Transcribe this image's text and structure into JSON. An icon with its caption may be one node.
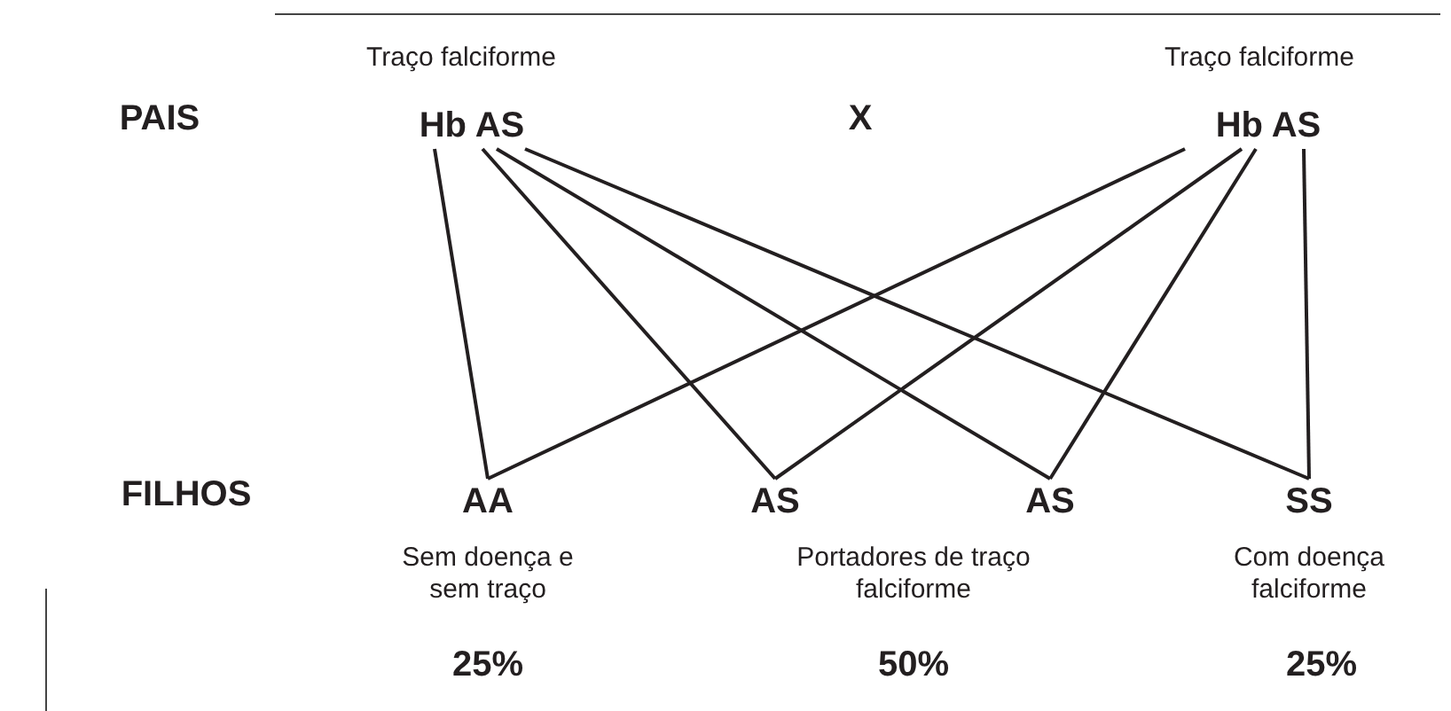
{
  "diagram": {
    "nodes": [
      {
        "text": [
          "Hb AS"
        ],
        "beside": [
          "Traço falciforme"
        ]
      },
      {
        "text": [
          "Hb AS"
        ],
        "beside": [
          "Traço falciforme"
        ]
      },
      {
        "text": [
          "AA"
        ],
        "beside": [
          "Sem doença e sem traço"
        ]
      },
      {
        "text": [
          "AS"
        ]
      },
      {
        "text": [
          "AS"
        ]
      },
      {
        "text": [
          "SS"
        ],
        "beside": [
          "Com doença falciforme"
        ]
      }
    ],
    "edges": [
      {
        "from": 0,
        "to": 2,
        "arrow": "none"
      },
      {
        "from": 0,
        "to": 3,
        "arrow": "none"
      },
      {
        "from": 0,
        "to": 4,
        "arrow": "none"
      },
      {
        "from": 0,
        "to": 5,
        "arrow": "none"
      },
      {
        "from": 1,
        "to": 2,
        "arrow": "none"
      },
      {
        "from": 1,
        "to": 3,
        "arrow": "none"
      },
      {
        "from": 1,
        "to": 4,
        "arrow": "none"
      },
      {
        "from": 1,
        "to": 5,
        "arrow": "none"
      }
    ],
    "labels": [
      "PAIS",
      "X",
      "FILHOS",
      "Portadores de traço falciforme",
      "25%",
      "50%",
      "25%"
    ]
  }
}
